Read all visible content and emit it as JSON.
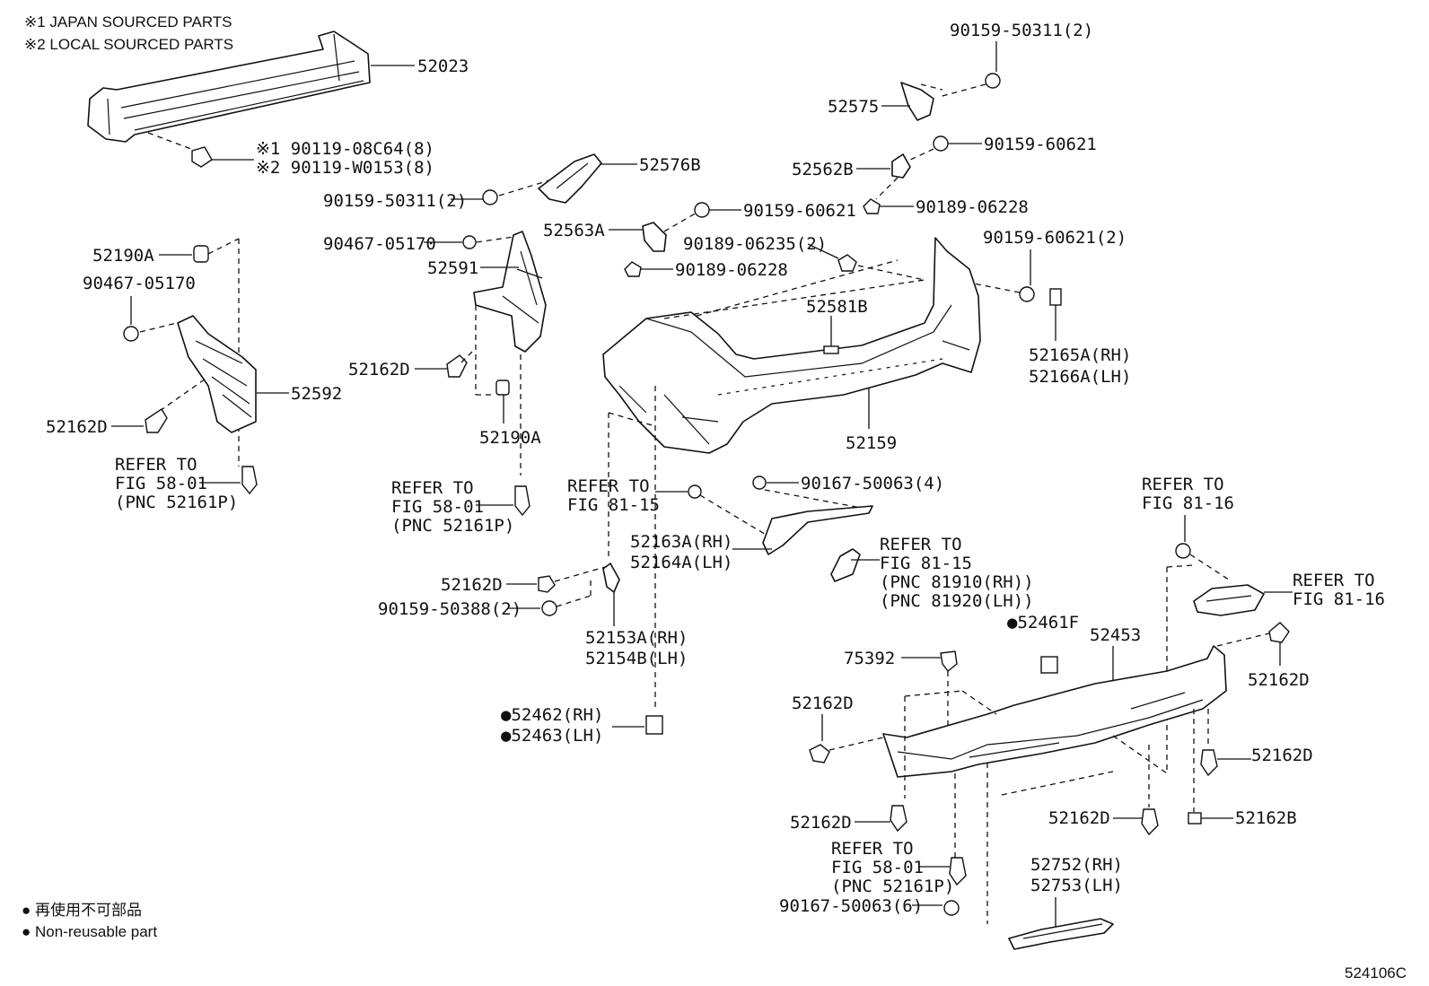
{
  "notes": {
    "n1": "※1  JAPAN SOURCED PARTS",
    "n2": "※2  LOCAL SOURCED PARTS",
    "legend_jp": "● 再使用不可部品",
    "legend_en": "● Non-reusable part"
  },
  "figure_id": "524106C",
  "labels": {
    "p52023": "52023",
    "bolt_japan": "※1 90119-08C64(8)",
    "bolt_local": "※2 90119-W0153(8)",
    "p52190A_l": "52190A",
    "p90467_l": "90467-05170",
    "p52592": "52592",
    "p52162D_l": "52162D",
    "refer_l_1": "REFER TO",
    "refer_l_2": "FIG 58-01",
    "refer_l_3": "(PNC 52161P)",
    "p90159_50311_a": "90159-50311(2)",
    "p90467_m": "90467-05170",
    "p52591": "52591",
    "p52576B": "52576B",
    "p52162D_m": "52162D",
    "p52190A_m": "52190A",
    "refer_m_1": "REFER TO",
    "refer_m_2": "FIG 58-01",
    "refer_m_3": "(PNC 52161P)",
    "p52563A": "52563A",
    "p90159_60621_a": "90159-60621",
    "p90189_06235": "90189-06235(2)",
    "p90189_06228_a": "90189-06228",
    "p90159_50311_b": "90159-50311(2)",
    "p52575": "52575",
    "p90159_60621_b": "90159-60621",
    "p52562B": "52562B",
    "p90189_06228_b": "90189-06228",
    "p90159_60621_2": "90159-60621(2)",
    "p52581B": "52581B",
    "p52165A": "52165A(RH)",
    "p52166A": "52166A(LH)",
    "p52159": "52159",
    "refer_c_1": "REFER TO",
    "refer_c_2": "FIG 81-15",
    "p90167_4": "90167-50063(4)",
    "p52163A": "52163A(RH)",
    "p52164A": "52164A(LH)",
    "refer_r_1": "REFER TO",
    "refer_r_2": "FIG 81-15",
    "refer_r_3": "(PNC 81910(RH))",
    "refer_r_4": "(PNC 81920(LH))",
    "p52162D_c": "52162D",
    "p90159_50388": "90159-50388(2)",
    "p52153A": "52153A(RH)",
    "p52154B": "52154B(LH)",
    "p52462": "●52462(RH)",
    "p52463": "●52463(LH)",
    "refer_16a_1": "REFER TO",
    "refer_16a_2": "FIG 81-16",
    "refer_16b_1": "REFER TO",
    "refer_16b_2": "FIG 81-16",
    "p52461F": "●52461F",
    "p52453": "52453",
    "p75392": "75392",
    "p52162D_r1": "52162D",
    "p52162D_r2": "52162D",
    "p52162D_b1": "52162D",
    "p52162D_b2": "52162D",
    "p52162D_b3": "52162D",
    "p52162B": "52162B",
    "refer_b_1": "REFER TO",
    "refer_b_2": "FIG 58-01",
    "refer_b_3": "(PNC 52161P)",
    "p90167_6": "90167-50063(6)",
    "p52752": "52752(RH)",
    "p52753": "52753(LH)"
  }
}
